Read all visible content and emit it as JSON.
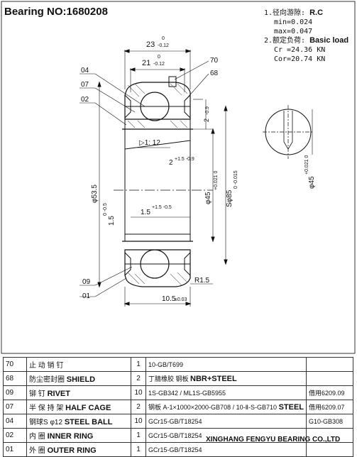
{
  "title": "Bearing NO:1680208",
  "notes": {
    "line1_prefix": "1.径向游隙:",
    "line1_value": "R.C",
    "min": "min=0.024",
    "max": "max=0.047",
    "line2_prefix": "2.额定负荷:",
    "line2_value": "Basic load",
    "cr": "Cr =24.36 KN",
    "cor": "Cor=20.74 KN"
  },
  "dims": {
    "width_23": "23",
    "width_23_tol": "0",
    "width_23_tol2": "-0.12",
    "width_21": "21",
    "width_21_tol": "0",
    "width_21_tol2": "-0.12",
    "label_70": "70",
    "label_68": "68",
    "label_04": "04",
    "label_07": "07",
    "label_02": "02",
    "label_09": "09",
    "label_01": "01",
    "dim_2_top": "2",
    "dim_2_top_tol": "-0.9",
    "taper": "▷1: 12",
    "dim_2_mid": "2",
    "dim_2_mid_tol": "+1.5 -0.9",
    "dia_53": "φ53.5",
    "dia_45": "φ45",
    "dia_45_tol": "+0.021 0",
    "dia_s85": "Sφ85",
    "dia_s85_tol": "0 -0.015",
    "dim_15_left": "1.5",
    "dim_15_left_tol": "0 -0.5",
    "dim_15_mid": "1.5",
    "dim_15_mid_tol": "+1.5 -0.5",
    "r15": "R1.5",
    "dim_105": "10.5",
    "dim_105_tol": "±0.03",
    "side_dia": "φ45",
    "side_dia_tol": "+0.021 0"
  },
  "parts": [
    {
      "no": "70",
      "name": "止 动 销 钉",
      "name_en": "",
      "qty": "1",
      "material": "10-GB/T699",
      "material_en": "",
      "remark": ""
    },
    {
      "no": "68",
      "name": "防尘密封圈",
      "name_en": "SHIELD",
      "qty": "2",
      "material": "丁腈橡胶 钢板",
      "material_en": "NBR+STEEL",
      "remark": ""
    },
    {
      "no": "09",
      "name": "铆 钉",
      "name_en": "RIVET",
      "qty": "10",
      "material": "1S-GB342 / ML1S-GB5955",
      "material_en": "",
      "remark": "借用6209.09"
    },
    {
      "no": "07",
      "name": "半 保 持 架",
      "name_en": "HALF CAGE",
      "qty": "2",
      "material": "钢板 A-1×1000×2000-GB708 / 10-Ⅱ-S-GB710",
      "material_en": "STEEL",
      "remark": "借用6209.07"
    },
    {
      "no": "04",
      "name": "钢球S φ12",
      "name_en": "STEEL BALL",
      "qty": "10",
      "material": "GCr15-GB/T18254",
      "material_en": "",
      "remark": "G10-GB308"
    },
    {
      "no": "02",
      "name": "内 圈",
      "name_en": "INNER RING",
      "qty": "1",
      "material": "GCr15-GB/T18254",
      "material_en": "",
      "remark": ""
    },
    {
      "no": "01",
      "name": "外 圈",
      "name_en": "OUTER RING",
      "qty": "1",
      "material": "GCr15-GB/T18254",
      "material_en": "",
      "remark": ""
    }
  ],
  "footer": "XINGHANG FENGYU BEARING CO.,LTD"
}
